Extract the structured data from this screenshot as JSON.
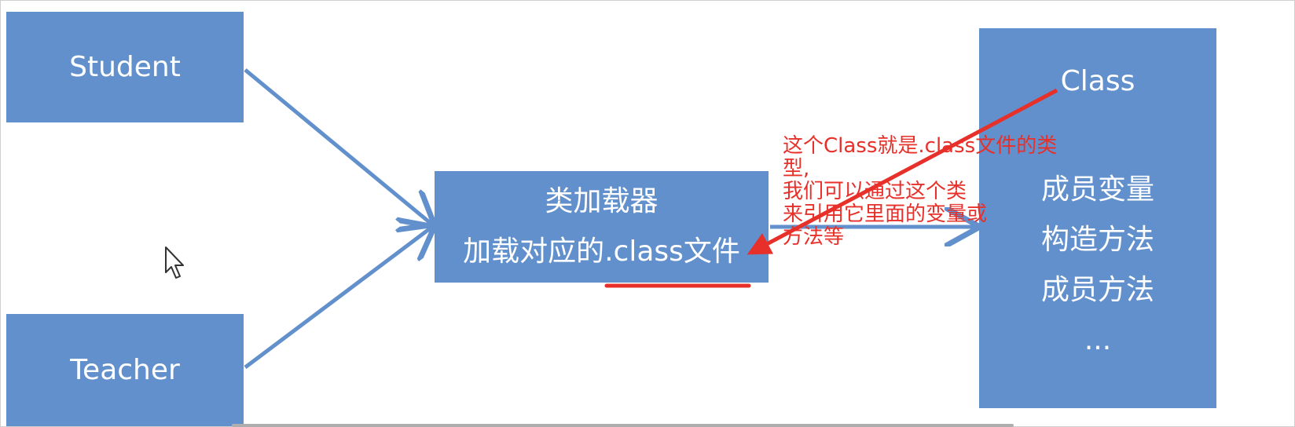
{
  "diagram": {
    "student": {
      "label": "Student"
    },
    "teacher": {
      "label": "Teacher"
    },
    "loader": {
      "title": "类加载器",
      "subtitle": "加载对应的.class文件"
    },
    "class_box": {
      "title": "Class",
      "members": [
        "成员变量",
        "构造方法",
        "成员方法",
        "..."
      ]
    },
    "annotation": {
      "lines": [
        "这个Class就是.class文件的类",
        "型,",
        "我们可以通过这个类",
        "来引用它里面的变量或",
        "方法等"
      ],
      "color": "#e8302a"
    },
    "colors": {
      "box_fill": "#6190cc",
      "arrow": "#6190cc",
      "annotation": "#e8302a"
    }
  }
}
